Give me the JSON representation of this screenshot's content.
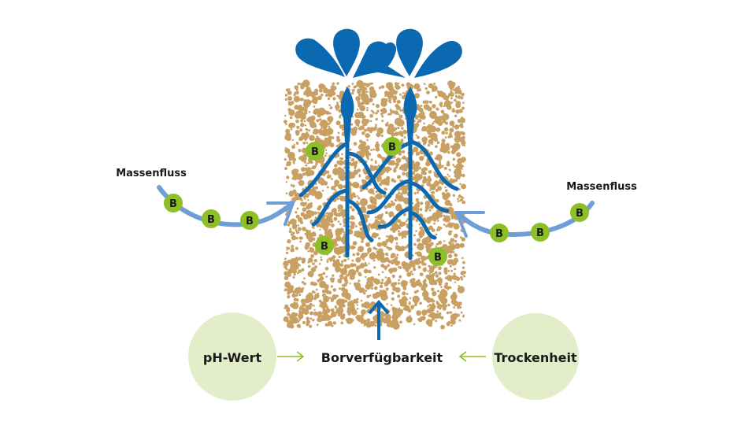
{
  "labels": {
    "mass_flow_left": "Massenfluss",
    "mass_flow_right": "Massenfluss",
    "ph": "pH-Wert",
    "availability": "Borverfügbarkeit",
    "drought": "Trockenheit",
    "boron": "B"
  },
  "colors": {
    "soil": "#c9a064",
    "plant": "#0a69b0",
    "flow": "#6d9ed8",
    "boron": "#8dc026",
    "factor_circle": "#e3edc9",
    "factor_arrow": "#8dc026"
  }
}
